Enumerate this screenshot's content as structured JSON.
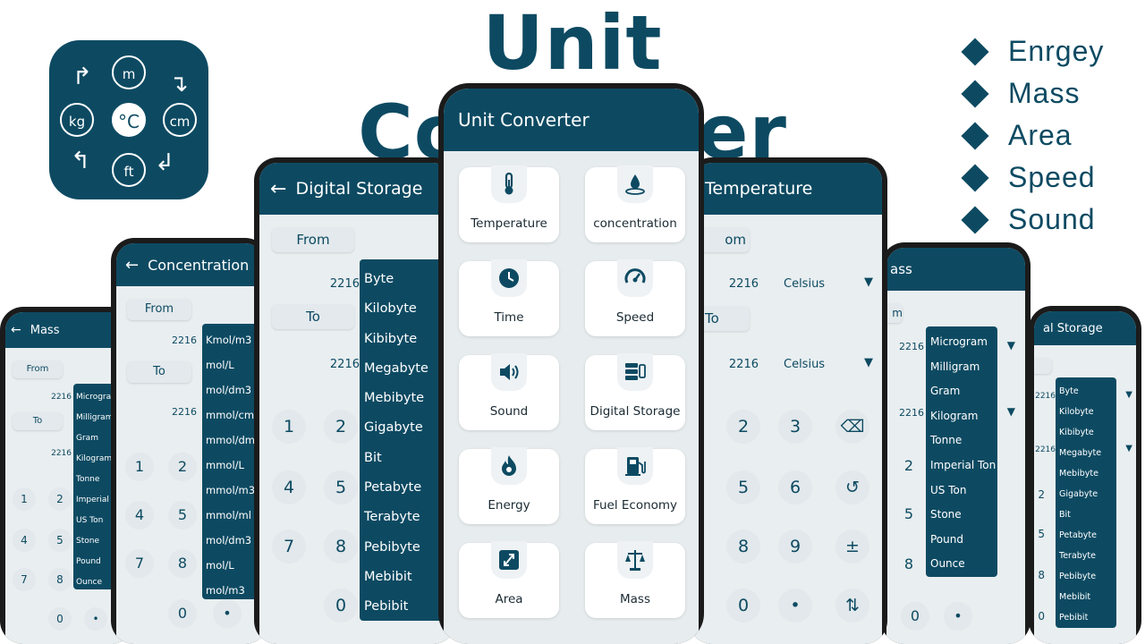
{
  "title": "Unit Converter",
  "logo": {
    "top": "m",
    "left": "kg",
    "right": "cm",
    "bottom": "ft",
    "center": "°C"
  },
  "features": [
    "Enrgey",
    "Mass",
    "Area",
    "Speed",
    "Sound"
  ],
  "phones": {
    "mass_left": {
      "header": "Mass",
      "from": "From",
      "to": "To",
      "value1": "2216",
      "value2": "2216",
      "list": [
        "Microgram",
        "Milligram",
        "Gram",
        "Kilogram",
        "Tonne",
        "Imperial Ton",
        "US Ton",
        "Stone",
        "Pound",
        "Ounce"
      ],
      "keys": [
        "1",
        "2",
        "4",
        "5",
        "7",
        "8",
        "0",
        "•"
      ]
    },
    "concentration": {
      "header": "Concentration",
      "from": "From",
      "to": "To",
      "value1": "2216",
      "value2": "2216",
      "list": [
        "Kmol/m3",
        "mol/L",
        "mol/dm3",
        "mmol/cm",
        "mmol/dm",
        "mmol/L",
        "mmol/m3",
        "mmol/ml",
        "mol/dm3",
        "mol/L",
        "mol/m3"
      ],
      "keys": [
        "1",
        "2",
        "4",
        "5",
        "7",
        "8",
        "0",
        "•"
      ]
    },
    "digital": {
      "header": "Digital Storage",
      "from": "From",
      "to": "To",
      "value1": "2216",
      "value2": "2216",
      "list": [
        "Byte",
        "Kilobyte",
        "Kibibyte",
        "Megabyte",
        "Mebibyte",
        "Gigabyte",
        "Bit",
        "Petabyte",
        "Terabyte",
        "Pebibyte",
        "Mebibit",
        "Pebibit"
      ],
      "keys": [
        "1",
        "2",
        "4",
        "5",
        "7",
        "8",
        "0"
      ]
    },
    "temperature": {
      "header": "Temperature",
      "from": "om",
      "to": "To",
      "value1": "2216",
      "unit1": "Celsius",
      "value2": "2216",
      "unit2": "Celsius",
      "keys": [
        "2",
        "3",
        "5",
        "6",
        "8",
        "9",
        "0",
        "•"
      ]
    },
    "mass_right": {
      "header": "ass",
      "from": "m",
      "value1": "2216",
      "value2": "2216",
      "list": [
        "Microgram",
        "Milligram",
        "Gram",
        "Kilogram",
        "Tonne",
        "Imperial Ton",
        "US Ton",
        "Stone",
        "Pound",
        "Ounce"
      ],
      "keys": [
        "2",
        "5",
        "8",
        "0",
        "•"
      ]
    },
    "digital_right": {
      "header": "al Storage",
      "value1": "2216",
      "value2": "2216",
      "list": [
        "Byte",
        "Kilobyte",
        "Kibibyte",
        "Megabyte",
        "Mebibyte",
        "Gigabyte",
        "Bit",
        "Petabyte",
        "Terabyte",
        "Pebibyte",
        "Mebibit",
        "Pebibit"
      ],
      "keys": [
        "2",
        "5",
        "8",
        "0"
      ]
    }
  },
  "main": {
    "header": "Unit Converter",
    "cards": [
      {
        "label": "Temperature",
        "icon": "thermometer-icon"
      },
      {
        "label": "concentration",
        "icon": "drop-icon"
      },
      {
        "label": "Time",
        "icon": "clock-icon"
      },
      {
        "label": "Speed",
        "icon": "speedometer-icon"
      },
      {
        "label": "Sound",
        "icon": "speaker-icon"
      },
      {
        "label": "Digital Storage",
        "icon": "storage-icon"
      },
      {
        "label": "Energy",
        "icon": "flame-icon"
      },
      {
        "label": "Fuel Economy",
        "icon": "fuel-pump-icon"
      },
      {
        "label": "Area",
        "icon": "expand-icon"
      },
      {
        "label": "Mass",
        "icon": "scale-icon"
      }
    ]
  },
  "colors": {
    "brand": "#0d4a62",
    "background": "#e9eef0",
    "frame": "#1b1b1b"
  }
}
